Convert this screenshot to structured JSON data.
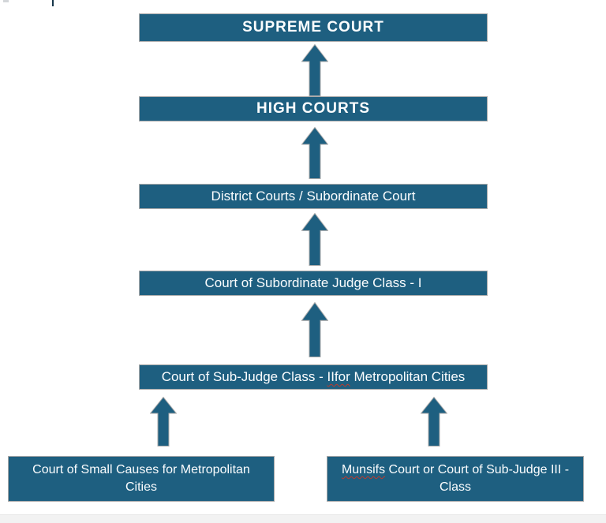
{
  "diagram": {
    "description": "Hierarchy of courts flowchart",
    "levels": [
      {
        "id": "supreme-court",
        "label": "SUPREME COURT"
      },
      {
        "id": "high-courts",
        "label": "HIGH COURTS"
      },
      {
        "id": "district-courts",
        "label": "District Courts / Subordinate Court"
      },
      {
        "id": "subordinate-judge-class-1",
        "label": "Court of Subordinate Judge Class - I"
      },
      {
        "id": "sub-judge-class-2",
        "label_before": "Court of Sub-Judge Class - ",
        "label_misspelled": "IIfor",
        "label_after": " Metropolitan Cities"
      },
      {
        "id": "small-causes-court",
        "label": "Court of Small Causes for Metropolitan Cities"
      },
      {
        "id": "munsifs-court",
        "label_misspelled": "Munsifs",
        "label_after": " Court or Court of Sub-Judge III - Class"
      }
    ],
    "connectors": [
      {
        "from": "high-courts",
        "to": "supreme-court",
        "direction": "up"
      },
      {
        "from": "district-courts",
        "to": "high-courts",
        "direction": "up"
      },
      {
        "from": "subordinate-judge-class-1",
        "to": "district-courts",
        "direction": "up"
      },
      {
        "from": "sub-judge-class-2",
        "to": "subordinate-judge-class-1",
        "direction": "up"
      },
      {
        "from": "small-causes-court",
        "to": "sub-judge-class-2",
        "direction": "up"
      },
      {
        "from": "munsifs-court",
        "to": "sub-judge-class-2",
        "direction": "up"
      }
    ]
  },
  "colors": {
    "box_fill": "#1e5f80",
    "box_border": "#a9a9a9",
    "box_text": "#fbfdfe",
    "squiggle_red": "#c0392b",
    "caret": "#17364a",
    "footer_band": "#f2f2f2"
  }
}
